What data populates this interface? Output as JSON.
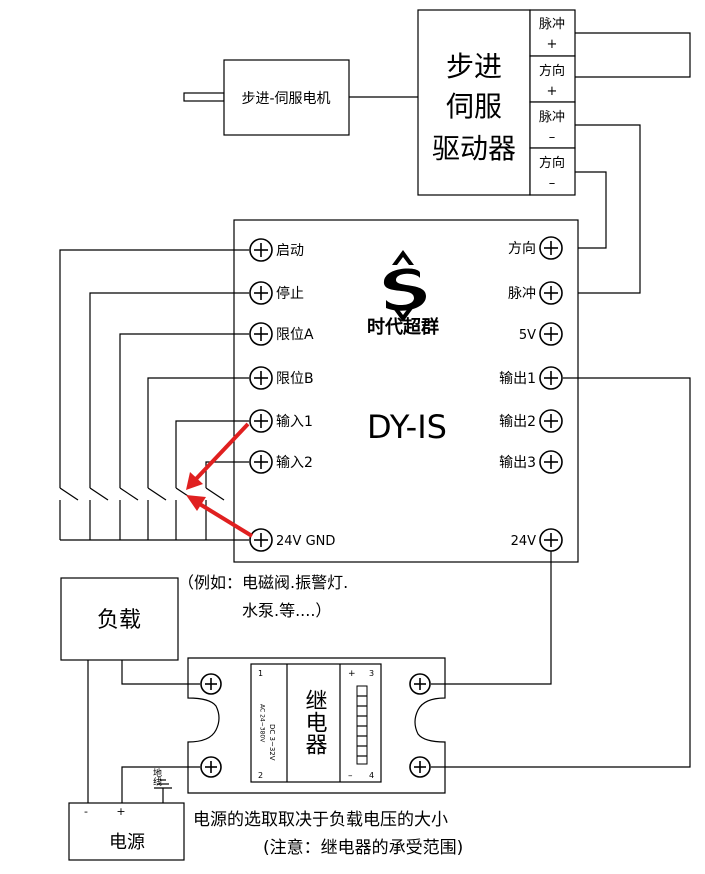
{
  "motor": {
    "label": "步进-伺服电机"
  },
  "driver": {
    "title_lines": [
      "步进",
      "伺服",
      "驱动器"
    ],
    "terminals": [
      {
        "line1": "脉冲",
        "line2": "+"
      },
      {
        "line1": "方向",
        "line2": "+"
      },
      {
        "line1": "脉冲",
        "line2": "–"
      },
      {
        "line1": "方向",
        "line2": "–"
      }
    ]
  },
  "controller": {
    "brand": "时代超群",
    "model": "DY-IS",
    "left_terminals": [
      "启动",
      "停止",
      "限位A",
      "限位B",
      "输入1",
      "输入2",
      "24V GND"
    ],
    "right_terminals": [
      "方向",
      "脉冲",
      "5V",
      "输出1",
      "输出2",
      "输出3",
      "24V"
    ]
  },
  "load": {
    "label": "负载"
  },
  "load_note": {
    "line1": "（例如：电磁阀.振警灯.",
    "line2": "水泵.等....）"
  },
  "relay": {
    "label": "继电器",
    "spec_left": "DC 3~32V",
    "spec_right": "AC 24~380V",
    "pin1": "1",
    "pin2": "2",
    "pin3": "3",
    "pin4": "4",
    "plus": "+",
    "minus": "–"
  },
  "power": {
    "label": "电源",
    "minus": "-",
    "plus": "+",
    "ground": "地线"
  },
  "notes": {
    "line1": "电源的选取取决于负载电压的大小",
    "line2": "(注意：继电器的承受范围)"
  }
}
